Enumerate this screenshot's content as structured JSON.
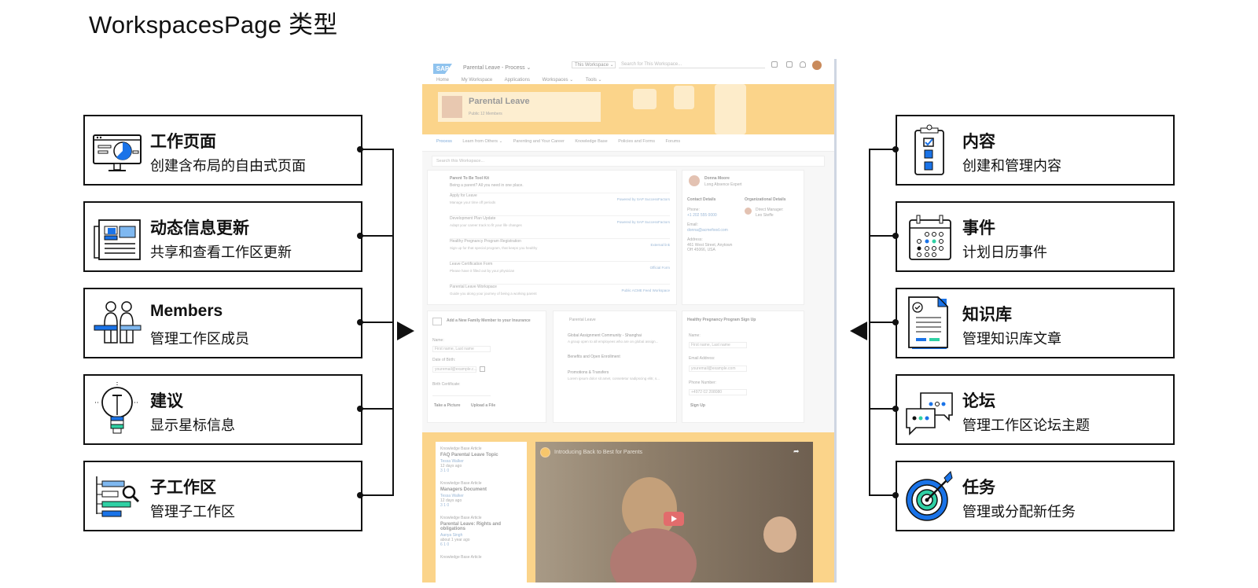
{
  "page_title": "WorkspacesPage 类型",
  "left_cards": [
    {
      "title": "工作页面",
      "subtitle": "创建含布局的自由式页面",
      "icon": "monitor-chart-icon"
    },
    {
      "title": "动态信息更新",
      "subtitle": "共享和查看工作区更新",
      "icon": "newspaper-icon"
    },
    {
      "title": "Members",
      "subtitle": "管理工作区成员",
      "icon": "members-icon"
    },
    {
      "title": "建议",
      "subtitle": "显示星标信息",
      "icon": "lightbulb-icon"
    },
    {
      "title": "子工作区",
      "subtitle": "管理子工作区",
      "icon": "subworkspace-search-icon"
    }
  ],
  "right_cards": [
    {
      "title": "内容",
      "subtitle": "创建和管理内容",
      "icon": "clipboard-checklist-icon"
    },
    {
      "title": "事件",
      "subtitle": "计划日历事件",
      "icon": "calendar-icon"
    },
    {
      "title": "知识库",
      "subtitle": "管理知识库文章",
      "icon": "document-check-icon"
    },
    {
      "title": "论坛",
      "subtitle": "管理工作区论坛主题",
      "icon": "chat-bubbles-icon"
    },
    {
      "title": "任务",
      "subtitle": "管理或分配新任务",
      "icon": "target-icon"
    }
  ],
  "screenshot": {
    "logo": "SAP",
    "app_title": "Parental Leave - Process ⌄",
    "workspace_select": "This Workspace ⌄",
    "search_placeholder": "Search for This Workspace...",
    "menu": [
      "Home",
      "My Workspace",
      "Applications",
      "Workspaces ⌄",
      "Tools ⌄"
    ],
    "workspace_name": "Parental Leave",
    "workspace_meta": "Public   12 Members",
    "tabs": [
      "Process",
      "Learn from Others ⌄",
      "Parenting and Your Career",
      "Knowledge Base",
      "Policies and Forms",
      "Forums"
    ],
    "search_ws": "Search this Workspace...",
    "toolkit": {
      "title": "Parent To Be Tool Kit",
      "subtitle": "Being a parent? All you need in one place.",
      "rows": [
        {
          "a": "Apply for Leave",
          "b": "Manage your time off periods",
          "r": "Powered by SAP SuccessFactors"
        },
        {
          "a": "Development Plan Update",
          "b": "Adapt your career track to fit your life changes",
          "r": "Powered by SAP SuccessFactors"
        },
        {
          "a": "Healthy Pregnancy Program Registration",
          "b": "Sign up for that special program, that keeps you healthy",
          "r": "External link"
        },
        {
          "a": "Leave Certification Form",
          "b": "Please have it filled out by your physician",
          "r": "Official Form"
        },
        {
          "a": "Parental Leave Workspace",
          "b": "Guide you along your journey of being a working parent",
          "r": "Public ACME Feed Workspace"
        }
      ]
    },
    "contact": {
      "name": "Donna Moore",
      "role": "Long Absence Expert",
      "h1": "Contact Details",
      "h2": "Organizational Details",
      "phone_label": "Phone:",
      "phone": "+1 202 555 0000",
      "email_label": "Email:",
      "email": "donna@acmefood.com",
      "address_label": "Address:",
      "address": "461 West Street, Anytown OH 45066, USA",
      "manager_label": "Direct Manager:",
      "manager": "Leo Steffe"
    },
    "family": {
      "title": "Add a New Family Member to your Insurance",
      "name_label": "Name:",
      "name_ph": "First name, Last name",
      "dob_label": "Date of Birth:",
      "dob_ph": "youremail@example.c...",
      "cert_label": "Birth Certificate:",
      "btn1": "Take a Picture",
      "btn2": "Upload a File"
    },
    "pl_list": {
      "title": "Parental Leave",
      "items": [
        {
          "a": "Global Assignment Community - Shanghai",
          "b": "A group open to all employees who are on global assign..."
        },
        {
          "a": "Benefits and Open Enrollment",
          "b": ""
        },
        {
          "a": "Promotions & Transfers",
          "b": "Lorem ipsum dolor sit amet, consetetur sadipscing elitr, s..."
        }
      ]
    },
    "signup": {
      "title": "Healthy Pregnancy Program Sign Up",
      "name_label": "Name:",
      "name_ph": "First name, Last name",
      "email_label": "Email Address:",
      "email_ph": "youremail@example.com",
      "phone_label": "Phone Number:",
      "phone_ph": "+4972 02 208080",
      "btn": "Sign Up"
    },
    "kb_items": [
      {
        "type": "Knowledge Base Article",
        "title": "FAQ Parental Leave Topic",
        "author": "Tessa Walker",
        "time": "12 days ago",
        "stats": "3   1   0"
      },
      {
        "type": "Knowledge Base Article",
        "title": "Managers Document",
        "author": "Tessa Walker",
        "time": "12 days ago",
        "stats": "3   1   0"
      },
      {
        "type": "Knowledge Base Article",
        "title": "Parental Leave: Rights and obligations",
        "author": "Aanya Singh",
        "time": "about 1 year ago",
        "stats": "6   1   0"
      },
      {
        "type": "Knowledge Base Article",
        "title": "",
        "author": "",
        "time": "",
        "stats": ""
      }
    ],
    "video_title": "Introducing Back to Best for Parents"
  }
}
